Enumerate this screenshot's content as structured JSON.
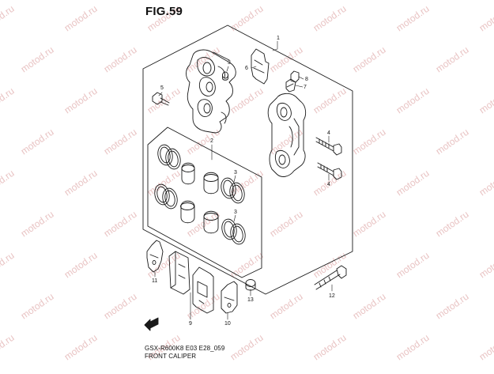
{
  "figure": {
    "title": "FIG.59",
    "model_code": "GSX-R600K8 E03 E28_059",
    "subtitle": "FRONT CALIPER"
  },
  "watermark": {
    "text": "motod.ru",
    "color": "#e9c4c4"
  },
  "callouts": [
    {
      "id": "callout-1",
      "number": "1",
      "part": "caliper-assembly"
    },
    {
      "id": "callout-2",
      "number": "2",
      "part": "piston-seal-set"
    },
    {
      "id": "callout-3-bleeder-cap",
      "number": "3",
      "part": "bleeder-cap"
    },
    {
      "id": "callout-3-seal-upper",
      "number": "3",
      "part": "seal-ring"
    },
    {
      "id": "callout-3-seal-lower",
      "number": "3",
      "part": "seal-ring"
    },
    {
      "id": "callout-4-upper",
      "number": "4",
      "part": "caliper-bolt"
    },
    {
      "id": "callout-4-lower",
      "number": "4",
      "part": "caliper-bolt"
    },
    {
      "id": "callout-5",
      "number": "5",
      "part": "bolt"
    },
    {
      "id": "callout-6",
      "number": "6",
      "part": "pad-spring"
    },
    {
      "id": "callout-7",
      "number": "7",
      "part": "bleeder-valve"
    },
    {
      "id": "callout-8",
      "number": "8",
      "part": "bleeder-cap"
    },
    {
      "id": "callout-9",
      "number": "9",
      "part": "brake-pad-set"
    },
    {
      "id": "callout-10",
      "number": "10",
      "part": "pad-shim"
    },
    {
      "id": "callout-11",
      "number": "11",
      "part": "pad-shim"
    },
    {
      "id": "callout-12",
      "number": "12",
      "part": "mounting-bolt"
    },
    {
      "id": "callout-13",
      "number": "13",
      "part": "plug"
    }
  ],
  "colors": {
    "line": "#1a1a1a",
    "background": "#ffffff"
  }
}
